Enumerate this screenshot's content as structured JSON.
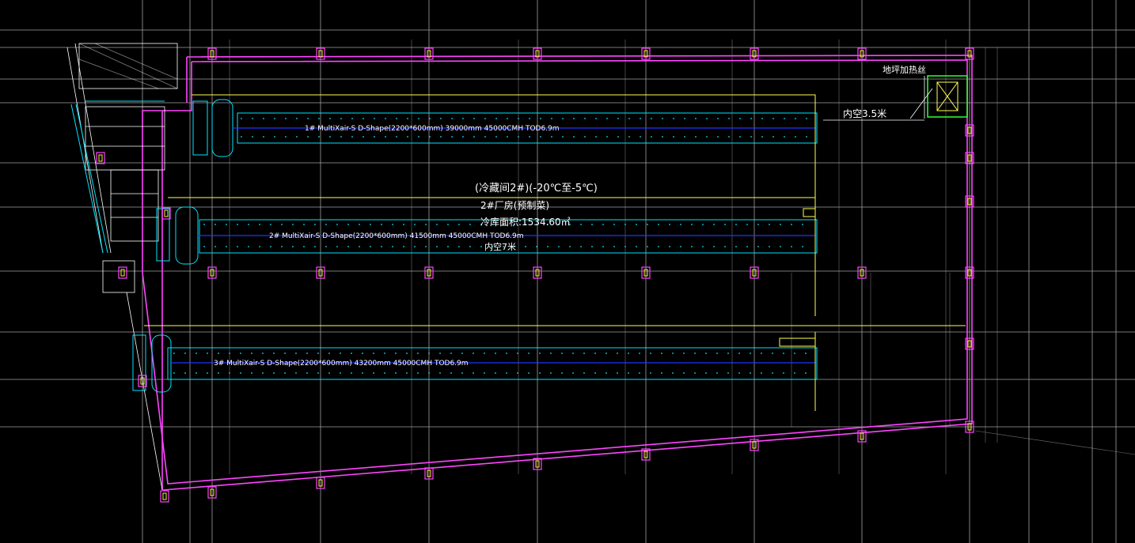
{
  "colors": {
    "background": "#000000",
    "grid": "#d9d9d9",
    "wall": "#ff44ff",
    "duct": "#00e5ff",
    "duct_line": "#2233ff",
    "yellow": "#ffff55",
    "green": "#33ff33",
    "text": "#ffffff",
    "column": "#ffee44"
  },
  "labels": {
    "room_name": "(冷藏间2#)(-20℃至-5℃)",
    "building": "2#厂房(预制菜)",
    "area": "冷库面积:1534.60㎡",
    "clear_height_main": "内空7米",
    "clear_height_side": "内空3.5米",
    "floor_heating": "地坪加热丝"
  },
  "ducts": [
    {
      "text": "1#    MultiXair-S    D-Shape(2200*600mm)    39000mm 45000CMH    TOD6.9m"
    },
    {
      "text": "2#    MultiXair-S    D-Shape(2200*600mm)    41500mm 45000CMH    TOD6.9m"
    },
    {
      "text": "3#    MultiXair-S    D-Shape(2200*600mm)    43200mm 45000CMH    TOD6.9m"
    }
  ]
}
